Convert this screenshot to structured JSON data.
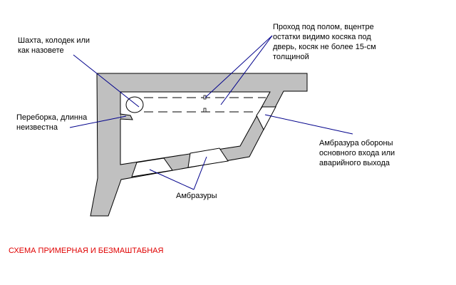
{
  "labels": {
    "shaft": [
      "Шахта, колодек или",
      "как назовете"
    ],
    "partition": [
      "Переборка, длинна",
      "неизвестна"
    ],
    "passage": [
      "Проход под полом, вцентре",
      "остатки видимо косяка под",
      "дверь, косяк не более 15-см",
      "толщиной"
    ],
    "defense_embrasure": [
      "Амбразура обороны",
      "основного входа или",
      "аварийного выхода"
    ],
    "embrasures": "Амбразуры",
    "note": "СХЕМА ПРИМЕРНАЯ И БЕЗМАШТАБНАЯ"
  },
  "colors": {
    "wall": "#c0c0c0",
    "leader": "#00008b",
    "note": "#e00000"
  }
}
